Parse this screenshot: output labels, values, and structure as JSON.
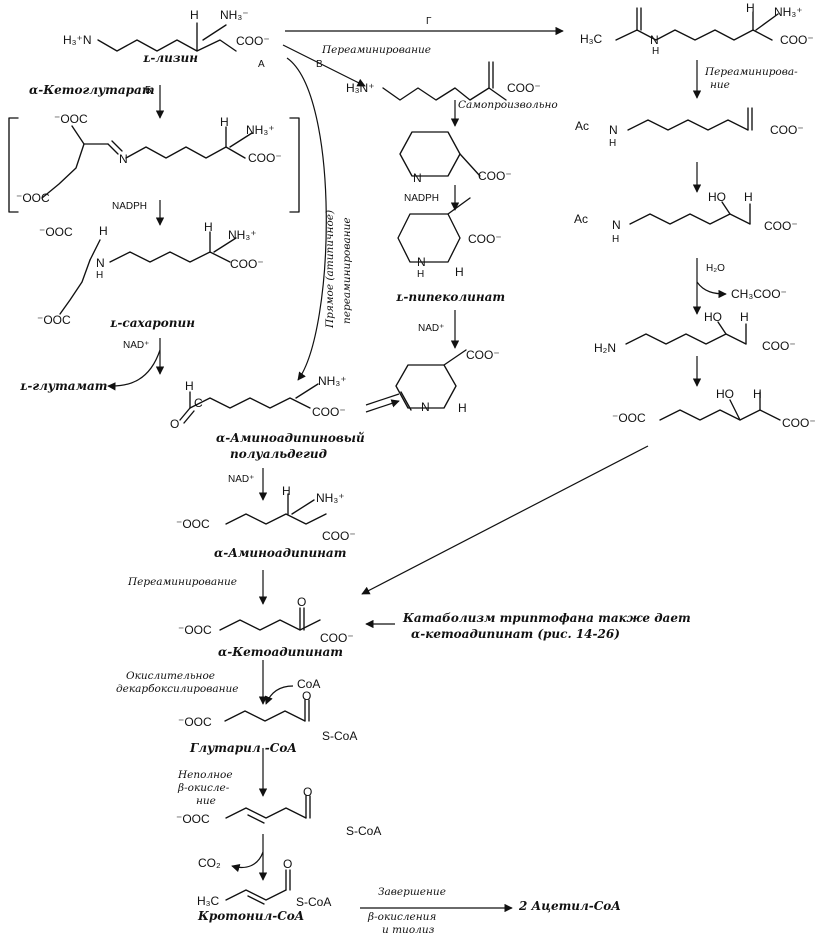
{
  "colors": {
    "ink": "#111111",
    "paper": "#ffffff"
  },
  "compounds": {
    "lysine_formula_h3n": "H₃⁺N",
    "lysine_h": "H",
    "lysine_nh3": "NH₃⁻",
    "lysine_coo": "COO⁻",
    "lysine_name": "ʟ-лизин",
    "keto_h3n": "H₃N⁺",
    "keto_coo": "COO⁻",
    "acetyl_h3c": "H₃C",
    "acetyl_n": "N",
    "acetyl_nh_h": "H",
    "acetyl_h": "H",
    "acetyl_nh3": "NH₃⁺",
    "acetyl_coo": "COO⁻",
    "imine_ooc_top": "⁻OOC",
    "imine_n": "N",
    "imine_nh3": "NH₃⁺",
    "imine_h": "H",
    "imine_coo": "COO⁻",
    "imine_ooc_bottom": "⁻OOC",
    "pyrroline_n": "N",
    "pyrroline_coo": "COO⁻",
    "ac_keto_ac": "Ac",
    "ac_keto_n": "N",
    "ac_keto_h": "H",
    "ac_keto_coo": "COO⁻",
    "ac_hydroxy_ac": "Ac",
    "ac_hydroxy_n": "N",
    "ac_hydroxy_nh": "H",
    "ac_hydroxy_ho": "HO",
    "ac_hydroxy_h": "H",
    "ac_hydroxy_coo": "COO⁻",
    "saccharopine_ooc_top": "⁻OOC",
    "saccharopine_h_top": "H",
    "saccharopine_n": "N",
    "saccharopine_nh": "H",
    "saccharopine_h": "H",
    "saccharopine_nh3": "NH₃⁺",
    "saccharopine_coo": "COO⁻",
    "saccharopine_ooc_bottom": "⁻OOC",
    "saccharopine_name": "ʟ-сахаропин",
    "pipecolate_n": "N",
    "pipecolate_nh": "H",
    "pipecolate_h": "H",
    "pipecolate_coo": "COO⁻",
    "pipecolate_name": "ʟ-пипеколинат",
    "h2o": "H₂O",
    "acetate": "CH₃COO⁻",
    "amino_hydroxy_h2n": "H₂N",
    "amino_hydroxy_ho": "HO",
    "amino_hydroxy_h": "H",
    "amino_hydroxy_coo": "COO⁻",
    "glutamate_name": "ʟ-глутамат",
    "semialdehyde_h": "H",
    "semialdehyde_c": "C",
    "semialdehyde_o": "O",
    "semialdehyde_nh3": "NH₃⁺",
    "semialdehyde_coo": "COO⁻",
    "semialdehyde_name_1": "α-Аминоадипиновый",
    "semialdehyde_name_2": "полуальдегид",
    "dehydropip_n": "N",
    "dehydropip_h": "H",
    "dehydropip_coo": "COO⁻",
    "hydroxy_acid_ooc": "⁻OOC",
    "hydroxy_acid_ho": "HO",
    "hydroxy_acid_h": "H",
    "hydroxy_acid_coo": "COO⁻",
    "aminoadipate_ooc": "⁻OOC",
    "aminoadipate_h": "H",
    "aminoadipate_nh3": "NH₃⁺",
    "aminoadipate_coo": "COO⁻",
    "aminoadipate_name": "α-Аминоадипинат",
    "ketoadipate_ooc": "⁻OOC",
    "ketoadipate_o": "O",
    "ketoadipate_coo": "COO⁻",
    "ketoadipate_name": "α-Кетоадипинат",
    "coa_in": "CoA",
    "glutaryl_ooc": "⁻OOC",
    "glutaryl_o": "O",
    "glutaryl_scoa": "S-CoA",
    "glutaryl_name": "Глутарил -CoA",
    "glutaconyl_ooc": "⁻OOC",
    "glutaconyl_o": "O",
    "glutaconyl_scoa": "S-CoA",
    "co2": "CO₂",
    "crotonyl_h3c": "H₃C",
    "crotonyl_o": "O",
    "crotonyl_scoa": "S-CoA",
    "crotonyl_name": "Кротонил-CoA",
    "acetyl_coa_product": "2 Ацетил-CoA"
  },
  "reagents": {
    "nadph_1": "NADPH",
    "nadph_2": "NADPH",
    "nad_1": "NAD⁺",
    "nad_2": "NAD⁺",
    "nad_3": "NAD⁺"
  },
  "route_labels": {
    "a": "A",
    "b": "Б",
    "v": "В",
    "g": "Г"
  },
  "processes": {
    "transamination_top": "Переаминирование",
    "spontaneous": "Самопроизвольно",
    "transamination_right_1": "Переаминирова-",
    "transamination_right_2": "ние",
    "alpha_ketoglutarate": "α-Кетоглутарат",
    "direct_transamination_1": "Прямое (атипичное)",
    "direct_transamination_2": "переаминирование",
    "transamination_middle": "Переаминирование",
    "oxidative_decarboxylation_1": "Окислительное",
    "oxidative_decarboxylation_2": "декарбоксилирование",
    "incomplete_beta_1": "Неполное",
    "incomplete_beta_2": "β-окисле-",
    "incomplete_beta_3": "ние",
    "completion_1": "Завершение",
    "completion_2": "β-окисления",
    "completion_3": "и тиолиз"
  },
  "notes": {
    "tryptophan_1": "Катаболизм триптофана также дает",
    "tryptophan_2": "α-кетоадипинат (рис. 14-26)"
  }
}
